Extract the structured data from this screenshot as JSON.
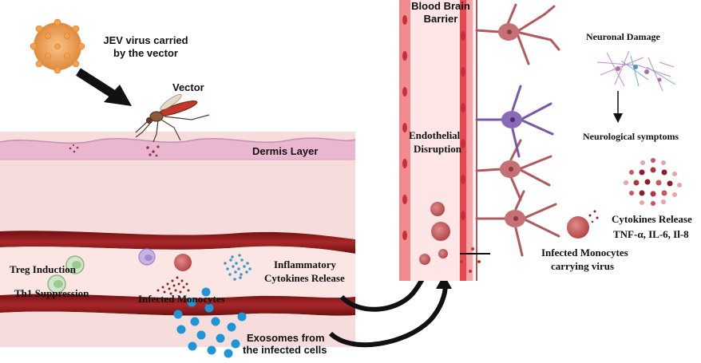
{
  "labels": {
    "jev_line1": "JEV virus carried",
    "jev_line2": "by the vector",
    "vector": "Vector",
    "dermis": "Dermis Layer",
    "bbb_line1": "Blood Brain",
    "bbb_line2": "Barrier",
    "endo_line1": "Endothelial",
    "endo_line2": "Disruption",
    "neuronal_damage": "Neuronal Damage",
    "neuro_symptoms": "Neurological symptoms",
    "cytokines_line1": "Cytokines Release",
    "cytokines_line2": "TNF-α, IL-6, Il-8",
    "inf_mono_carry_line1": "Infected Monocytes",
    "inf_mono_carry_line2": "carrying virus",
    "treg": "Treg Induction",
    "th1": "Th1 Suppression",
    "infected_monocytes": "Infected Monocytes",
    "inflam_line1": "Inflammatory",
    "inflam_line2": "Cytokines Release",
    "exo_line1": "Exosomes from",
    "exo_line2": "the infected  cells"
  },
  "colors": {
    "skin": "#f3d6d4",
    "dermis": "#e8b6cf",
    "vessel": "#8e1a1a",
    "vessel_inner": "#fbe4e2",
    "endothelium": "#e8474f",
    "neuron": "#b05a5e",
    "neuron_purple": "#7a5aa8",
    "exosome": "#1d95d6"
  }
}
